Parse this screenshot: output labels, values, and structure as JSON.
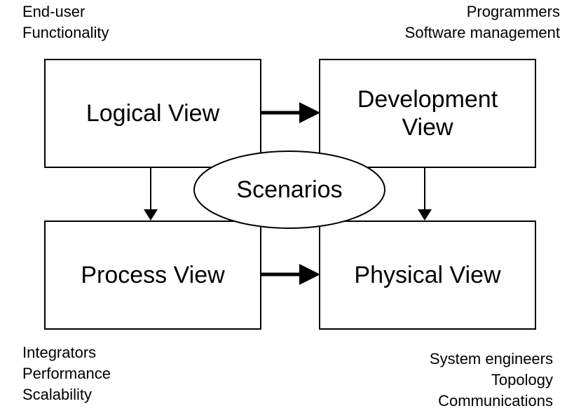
{
  "annotations": {
    "top_left": [
      "End-user",
      "Functionality"
    ],
    "top_right": [
      "Programmers",
      "Software management"
    ],
    "bottom_left": [
      "Integrators",
      "Performance",
      "Scalability"
    ],
    "bottom_right": [
      "System engineers",
      "Topology",
      "Communications"
    ]
  },
  "views": {
    "logical": "Logical View",
    "development_line1": "Development",
    "development_line2": "View",
    "process": "Process View",
    "physical": "Physical View"
  },
  "center": "Scenarios"
}
